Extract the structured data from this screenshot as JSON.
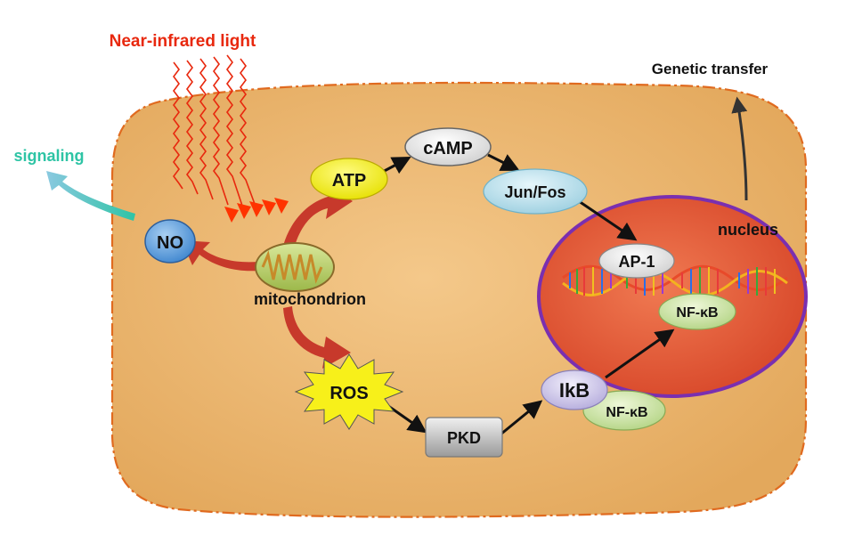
{
  "labels": {
    "light": "Near-infrared light",
    "genetic": "Genetic transfer",
    "signaling": "signaling",
    "nucleus": "nucleus",
    "mitochondrion": "mitochondrion",
    "no": "NO",
    "atp": "ATP",
    "camp": "cAMP",
    "junfos": "Jun/Fos",
    "ap1": "AP-1",
    "nfkb_nucleus": "NF-κB",
    "ros": "ROS",
    "pkd": "PKD",
    "ikb": "IkB",
    "nfkb_cyto": "NF-κB"
  },
  "colors": {
    "light_text": "#e8280e",
    "signaling_text": "#2ec4a5",
    "cell_fill": "#e9b56f",
    "cell_border": "#e06a1f",
    "nucleus_fill": "#e85a33",
    "nucleus_border": "#7a2fb0",
    "big_arrow": "#c7392b",
    "atp_fill": "#f2f000",
    "no_fill": "#6aa8e0",
    "junfos_fill": "#bfe4ef",
    "nfkb_fill": "#cfe6a8",
    "ikb_fill": "#cfc8ea",
    "ros_fill": "#f7f01a"
  },
  "icons": {
    "light_waves": "wavy-light-rays",
    "mitochondrion": "mitochondrion-organelle",
    "dna": "dna-double-helix",
    "ros": "starburst"
  }
}
